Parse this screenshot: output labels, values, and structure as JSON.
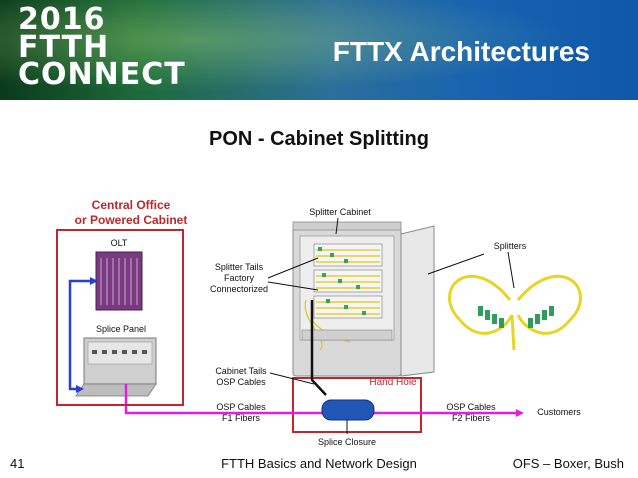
{
  "header": {
    "logo_line1": "2016",
    "logo_line2": "FTTH",
    "logo_line3": "CONNECT",
    "title": "FTTX Architectures"
  },
  "subtitle": "PON - Cabinet Splitting",
  "diagram": {
    "central_office_line1": "Central Office",
    "central_office_line2": "or Powered Cabinet",
    "olt": "OLT",
    "splice_panel": "Splice Panel",
    "splitter_cabinet": "Splitter Cabinet",
    "splitter_tails_line1": "Splitter Tails",
    "splitter_tails_line2": "Factory",
    "splitter_tails_line3": "Connectorized",
    "splitters": "Splitters",
    "cabinet_tails_line1": "Cabinet Tails",
    "cabinet_tails_line2": "OSP Cables",
    "hand_hole": "Hand Hole",
    "osp_f1_line1": "OSP Cables",
    "osp_f1_line2": "F1 Fibers",
    "osp_f2_line1": "OSP Cables",
    "osp_f2_line2": "F2 Fibers",
    "customers": "Customers",
    "splice_closure": "Splice Closure"
  },
  "footer": {
    "page_number": "41",
    "center": "FTTH Basics and Network Design",
    "right": "OFS – Boxer, Bush"
  },
  "colors": {
    "accent_red": "#c0262d",
    "fiber_magenta": "#e020e0",
    "fiber_blue": "#2a3fd0",
    "fiber_yellow": "#f2e030"
  }
}
